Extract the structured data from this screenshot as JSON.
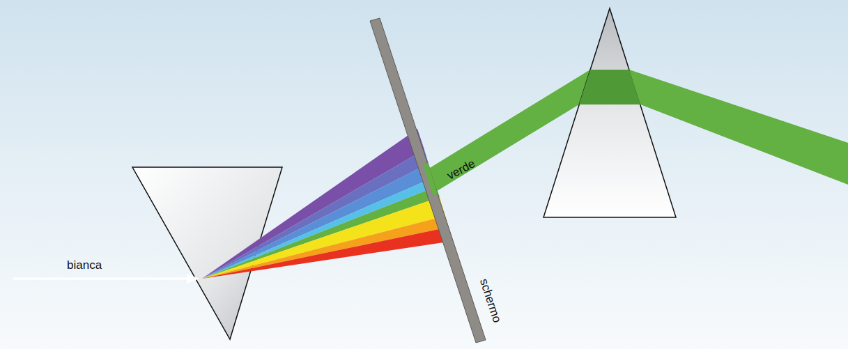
{
  "diagram": {
    "labels": [
      "bianca",
      "verde",
      "schermo"
    ]
  }
}
